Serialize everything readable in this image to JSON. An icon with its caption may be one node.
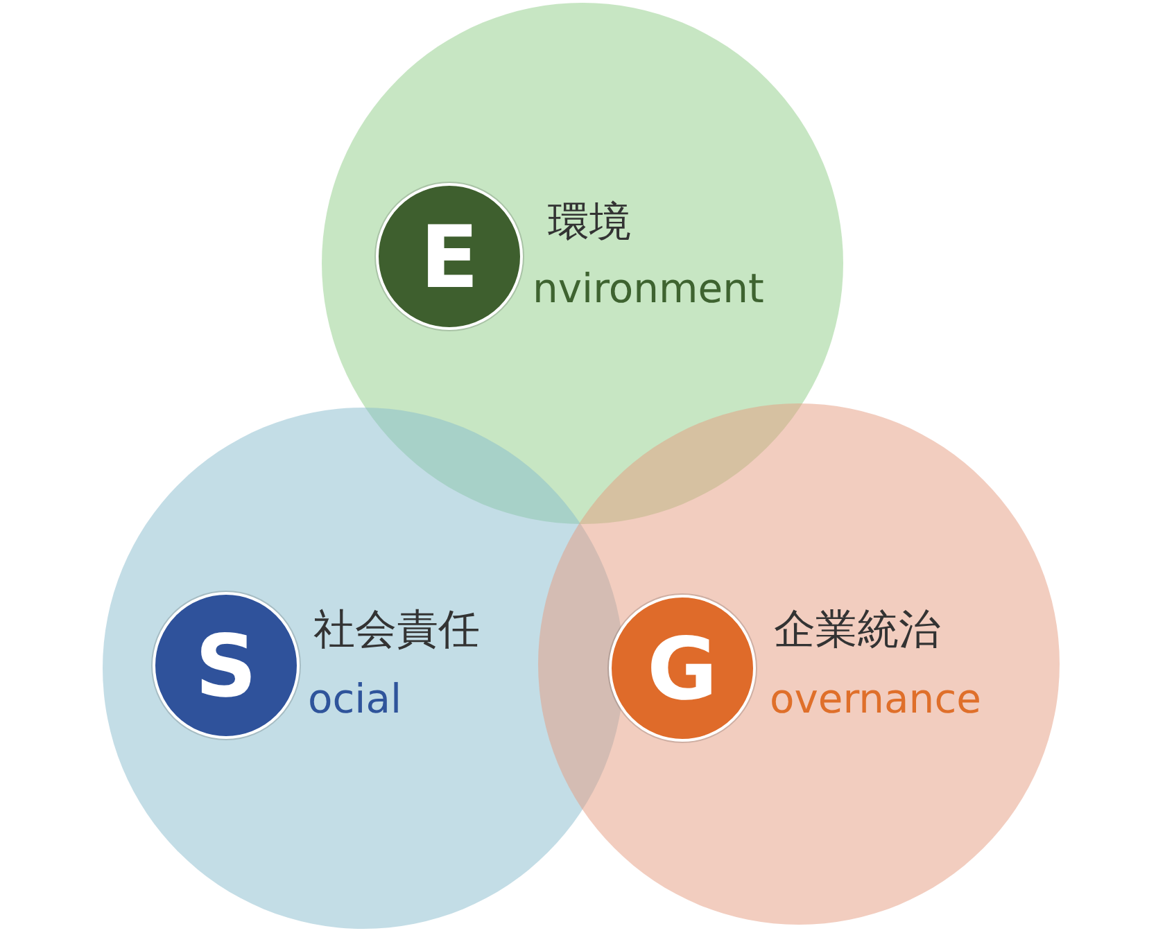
{
  "diagram": {
    "nodes": [
      {
        "text": [
          "環境",
          "nvironment"
        ]
      },
      {
        "text": [
          "E"
        ],
        "in": 0
      },
      {
        "text": [
          "社会責任",
          "ocial"
        ]
      },
      {
        "text": [
          "S"
        ],
        "in": 2
      },
      {
        "text": [
          "企業統治",
          "overnance"
        ]
      },
      {
        "text": [
          "G"
        ],
        "in": 4
      }
    ],
    "edges": []
  }
}
